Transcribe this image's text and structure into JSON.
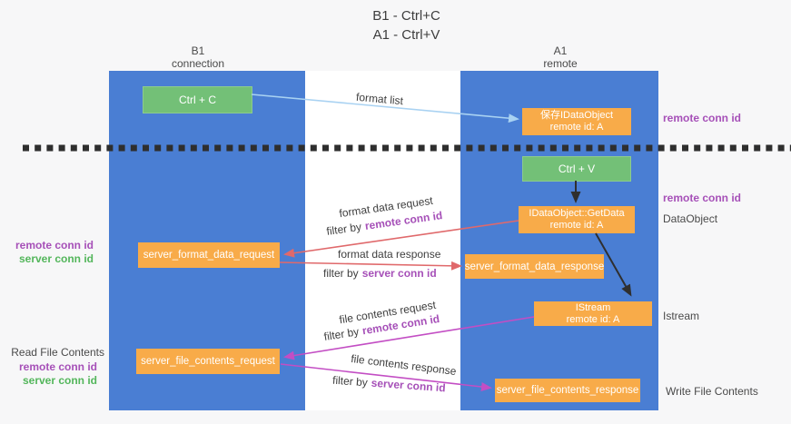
{
  "title": {
    "line1": "B1 - Ctrl+C",
    "line2": "A1 - Ctrl+V"
  },
  "lanes": {
    "b1": {
      "name": "B1",
      "subtitle": "connection"
    },
    "a1": {
      "name": "A1",
      "subtitle": "remote"
    }
  },
  "nodes": {
    "ctrl_c": {
      "label": "Ctrl + C"
    },
    "save_idataobject": {
      "line1": "保存IDataObject",
      "line2": "remote id: A"
    },
    "ctrl_v": {
      "label": "Ctrl + V"
    },
    "getdata": {
      "line1": "IDataObject::GetData",
      "line2": "remote id: A"
    },
    "server_format_data_request": {
      "label": "server_format_data_request"
    },
    "server_format_data_response": {
      "label": "server_format_data_response"
    },
    "istream": {
      "line1": "IStream",
      "line2": "remote id: A"
    },
    "server_file_contents_request": {
      "label": "server_file_contents_request"
    },
    "server_file_contents_response": {
      "label": "server_file_contents_response"
    }
  },
  "messages": {
    "format_list": "format list",
    "format_data_request": {
      "label": "format data request",
      "filter_by": "filter by",
      "conn": "remote conn id"
    },
    "format_data_response": {
      "label": "format data response",
      "filter_by": "filter by",
      "conn": "server conn id"
    },
    "file_contents_request": {
      "label": "file contents request",
      "filter_by": "filter by",
      "conn": "remote conn id"
    },
    "file_contents_response": {
      "label": "file contents response",
      "filter_by": "filter by",
      "conn": "server conn id"
    }
  },
  "left_labels": {
    "group1": {
      "remote": "remote conn id",
      "server": "server conn id"
    },
    "read_file": "Read File Contents",
    "group2": {
      "remote": "remote conn id",
      "server": "server conn id"
    }
  },
  "right_labels": {
    "remote_conn_top": "remote conn id",
    "remote_conn_mid": "remote conn id",
    "dataobject": "DataObject",
    "istream": "Istream",
    "write_file": "Write File Contents"
  },
  "colors": {
    "lane_blue": "#4a7ed3",
    "node_green": "#73c077",
    "node_orange": "#f8ab49",
    "arrow_blue": "#a9d2f2",
    "arrow_red": "#e0696b",
    "arrow_magenta": "#c34ec4",
    "conn_id_purple": "#a650b8",
    "conn_id_green": "#53b65b",
    "divider_black": "#2e2e2e"
  }
}
